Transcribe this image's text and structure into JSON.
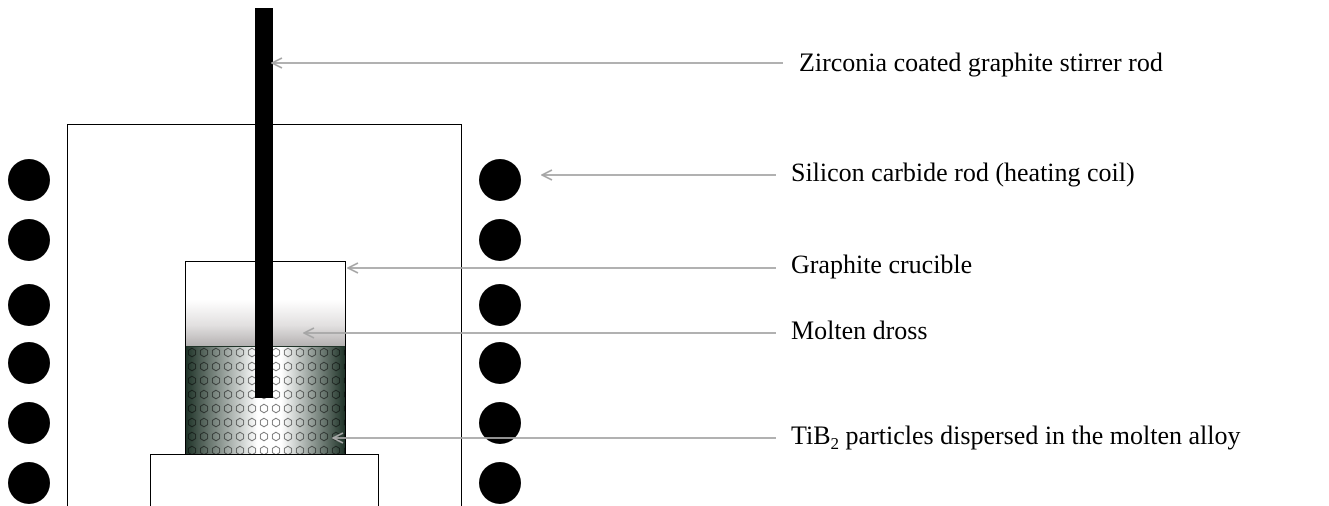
{
  "labels": {
    "stirrer": "Zirconia coated graphite stirrer rod",
    "heating_coil": "Silicon carbide rod (heating coil)",
    "crucible": "Graphite crucible",
    "dross": "Molten dross",
    "tib2_prefix": "TiB",
    "tib2_subscript": "2",
    "tib2_suffix": " particles dispersed in the molten alloy"
  },
  "colors": {
    "outline": "#000000",
    "arrow": "#a6a6a6",
    "stirrer_rod": "#000000",
    "coil": "#000000",
    "dross_top": "#ffffff",
    "dross_bottom": "#b5b2b2",
    "melt_edge": "#1f3328",
    "melt_center": "#ffffff"
  },
  "icons": {
    "heating_coil": "filled-circle",
    "particles": "hexagon-pattern"
  }
}
